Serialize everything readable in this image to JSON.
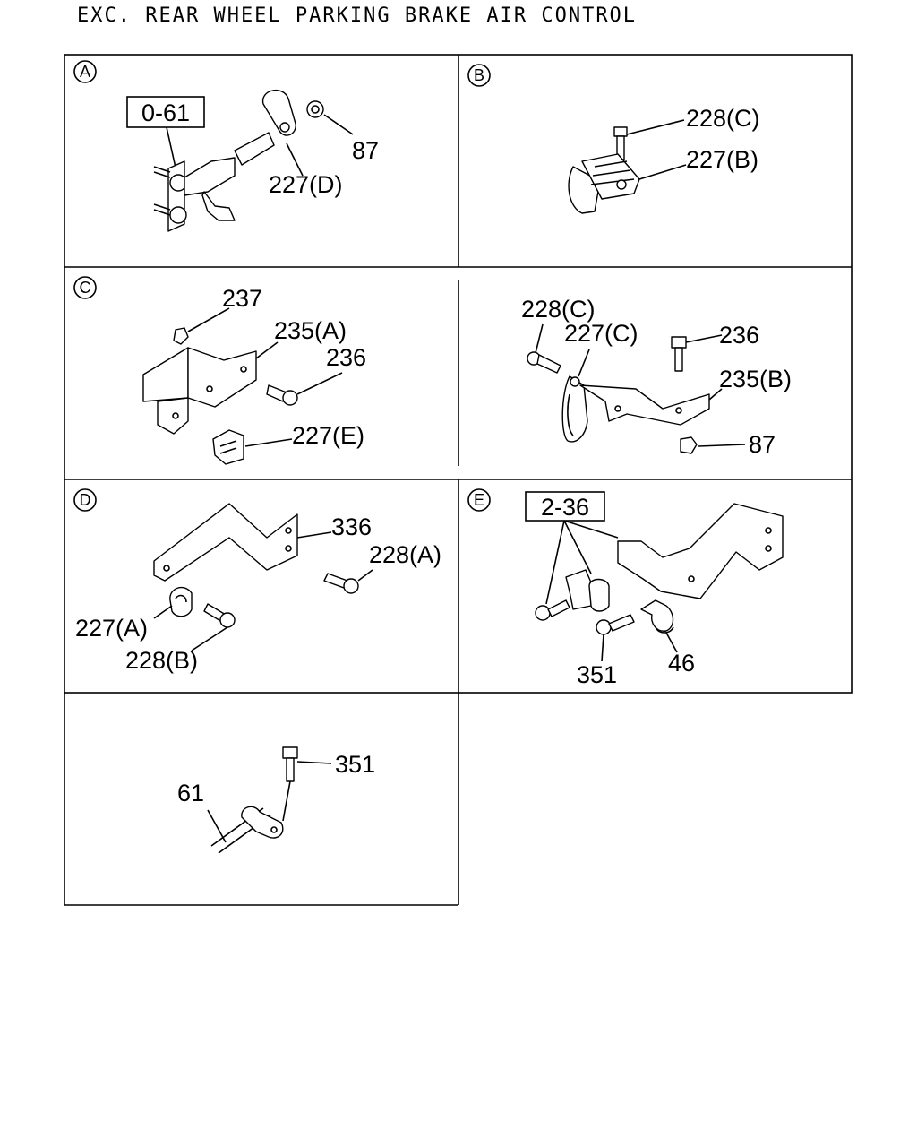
{
  "title": "EXC. REAR WHEEL PARKING BRAKE AIR CONTROL",
  "panels": {
    "A": {
      "letter": "A",
      "ref_box": "0-61",
      "labels": [
        "87",
        "227(D)"
      ]
    },
    "B": {
      "letter": "B",
      "labels": [
        "228(C)",
        "227(B)"
      ]
    },
    "C_left": {
      "letter": "C",
      "labels": [
        "237",
        "235(A)",
        "236",
        "227(E)"
      ]
    },
    "C_right": {
      "labels": [
        "228(C)",
        "227(C)",
        "236",
        "235(B)",
        "87"
      ]
    },
    "D": {
      "letter": "D",
      "labels": [
        "336",
        "228(A)",
        "227(A)",
        "228(B)"
      ]
    },
    "E": {
      "letter": "E",
      "ref_box": "2-36",
      "labels": [
        "351",
        "46"
      ]
    },
    "F": {
      "labels": [
        "351",
        "61"
      ]
    }
  }
}
